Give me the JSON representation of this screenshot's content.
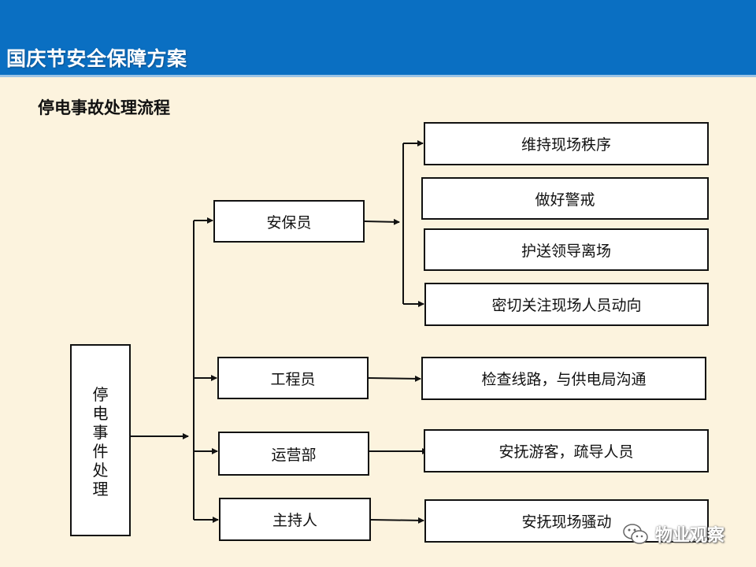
{
  "header": {
    "title": "国庆节安全保障方案"
  },
  "section_title": "停电事故处理流程",
  "diagram": {
    "root": [
      "停",
      "电",
      "事",
      "件",
      "处",
      "理"
    ],
    "roles": [
      {
        "label": "安保员",
        "tasks": [
          "维持现场秩序",
          "做好警戒",
          "护送领导离场",
          "密切关注现场人员动向"
        ]
      },
      {
        "label": "工程员",
        "tasks": [
          "检查线路，与供电局沟通"
        ]
      },
      {
        "label": "运营部",
        "tasks": [
          "安抚游客，疏导人员"
        ]
      },
      {
        "label": "主持人",
        "tasks": [
          "安抚现场骚动"
        ]
      }
    ]
  },
  "watermark": {
    "text": "物业观察",
    "icon": "wechat-icon"
  },
  "colors": {
    "header_bg": "#0a6fc2",
    "page_bg": "#fcf3de",
    "box_border": "#111111"
  }
}
